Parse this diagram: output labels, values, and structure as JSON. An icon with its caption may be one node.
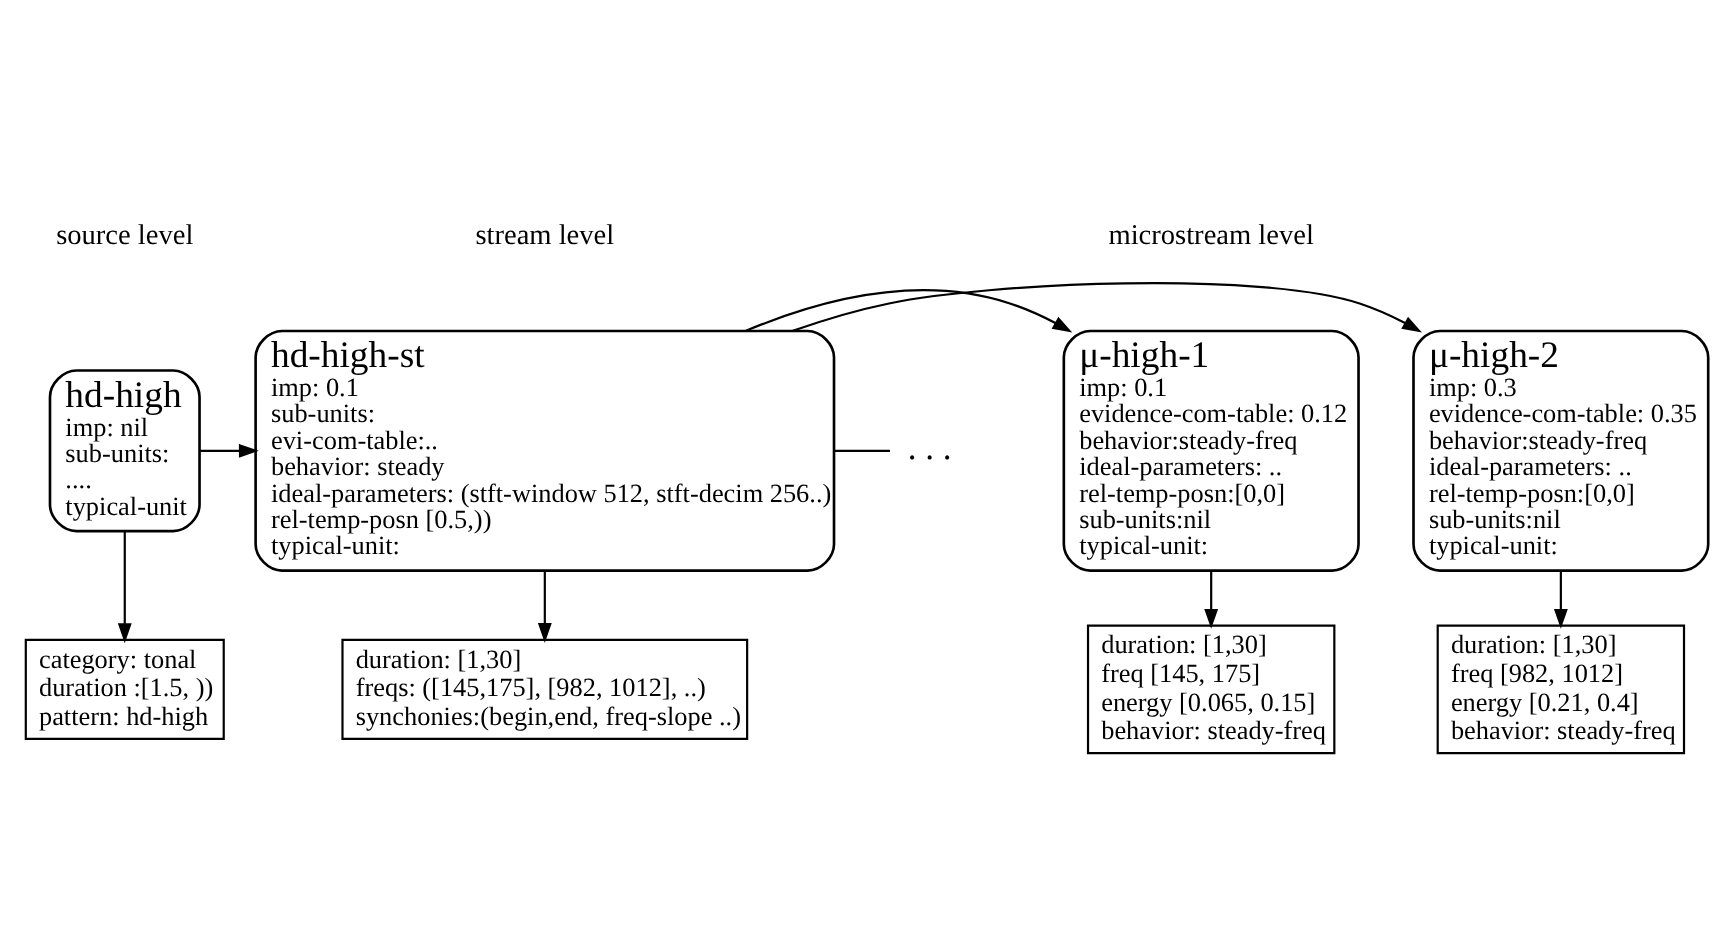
{
  "diagram": {
    "nodes": [
      {
        "text": [
          "hd-high",
          "imp: nil",
          "sub-units:",
          "....",
          "typical-unit"
        ]
      },
      {
        "text": [
          "category: tonal",
          "duration :[1.5, ))",
          "pattern: hd-high"
        ]
      },
      {
        "text": [
          "hd-high-st",
          "imp: 0.1",
          "sub-units:",
          "evi-com-table:..",
          "behavior: steady",
          "ideal-parameters: (stft-window 512, stft-decim 256..)",
          "rel-temp-posn [0.5,))",
          "typical-unit:"
        ]
      },
      {
        "text": [
          "duration: [1,30]",
          "freqs: ([145,175], [982, 1012], ..)",
          "synchonies:(begin,end, freq-slope ..)"
        ]
      },
      {
        "text": [
          ". . ."
        ]
      },
      {
        "text": [
          "μ-high-1",
          "imp: 0.1",
          "evidence-com-table: 0.12",
          "behavior:steady-freq",
          "ideal-parameters: ..",
          "rel-temp-posn:[0,0]",
          "sub-units:nil",
          "typical-unit:"
        ]
      },
      {
        "text": [
          "duration: [1,30]",
          "freq [145, 175]",
          "energy [0.065, 0.15]",
          "behavior: steady-freq"
        ]
      },
      {
        "text": [
          "μ-high-2",
          "imp: 0.3",
          "evidence-com-table: 0.35",
          "behavior:steady-freq",
          "ideal-parameters: ..",
          "rel-temp-posn:[0,0]",
          "sub-units:nil",
          "typical-unit:"
        ]
      },
      {
        "text": [
          "duration: [1,30]",
          "freq [982, 1012]",
          "energy [0.21, 0.4]",
          "behavior: steady-freq"
        ]
      }
    ],
    "edges": [
      {
        "from": 0,
        "to": 2,
        "arrow": "to"
      },
      {
        "from": 0,
        "to": 1,
        "arrow": "to"
      },
      {
        "from": 2,
        "to": 4,
        "arrow": "none"
      },
      {
        "from": 2,
        "to": 7,
        "arrow": "to"
      },
      {
        "from": 2,
        "to": 5,
        "arrow": "to"
      },
      {
        "from": 2,
        "to": 3,
        "arrow": "to"
      },
      {
        "from": 5,
        "to": 6,
        "arrow": "to"
      },
      {
        "from": 7,
        "to": 8,
        "arrow": "to"
      }
    ],
    "labels": [
      "source level",
      "stream level",
      "microstream level"
    ]
  }
}
